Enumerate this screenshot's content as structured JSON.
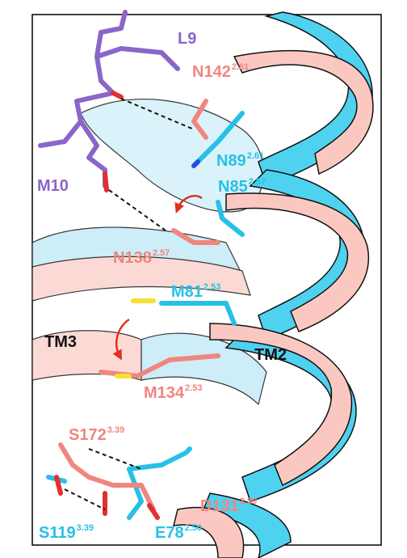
{
  "colors": {
    "cyan": "#27c0e6",
    "pink": "#f0867e",
    "purple": "#8b66c9",
    "black": "#111111"
  },
  "labels": {
    "L9": "L9",
    "N142": {
      "name": "N142",
      "sup": "2.61"
    },
    "N89": {
      "name": "N89",
      "sup": "2.61"
    },
    "M10": "M10",
    "N85": {
      "name": "N85",
      "sup": "2.57"
    },
    "N138": {
      "name": "N138",
      "sup": "2.57"
    },
    "M81": {
      "name": "M81",
      "sup": "2.53"
    },
    "TM3": "TM3",
    "TM2": "TM2",
    "M134": {
      "name": "M134",
      "sup": "2.53"
    },
    "S172": {
      "name": "S172",
      "sup": "3.39"
    },
    "D131": {
      "name": "D131",
      "sup": "2.50"
    },
    "S119": {
      "name": "S119",
      "sup": "3.39"
    },
    "E78": {
      "name": "E78",
      "sup": "2.50"
    }
  }
}
